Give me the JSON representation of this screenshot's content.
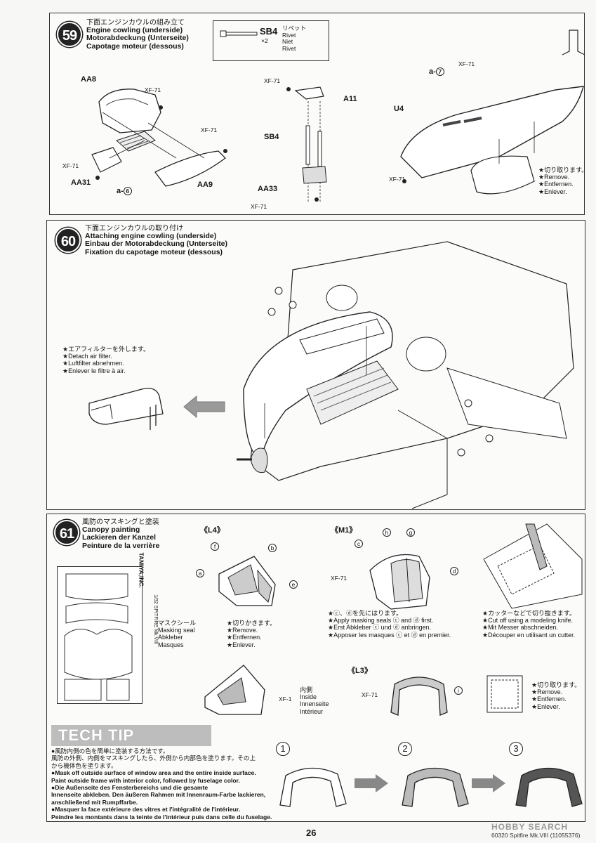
{
  "step59": {
    "number": "59",
    "title_jp": "下面エンジンカウルの組み立て",
    "title_en": "Engine cowling (underside)",
    "title_de": "Motorabdeckung (Unterseite)",
    "title_fr": "Capotage moteur (dessous)",
    "rivet_box": {
      "code": "SB4",
      "qty": "×2",
      "jp": "リベット",
      "en": "Rivet",
      "de": "Niet",
      "fr": "Rivet"
    },
    "labels": {
      "aa8": "AA8",
      "aa31": "AA31",
      "aa9": "AA9",
      "a6": "a-",
      "a6_num": "6",
      "xf71a": "XF-71",
      "xf71b": "XF-71",
      "xf71c": "XF-71",
      "a11": "A11",
      "sb4": "SB4",
      "aa33": "AA33",
      "xf71d": "XF-71",
      "xf71e": "XF-71",
      "u4": "U4",
      "a7": "a-",
      "a7_num": "7",
      "xf71f": "XF-71",
      "xf71g": "XF-71"
    },
    "remove_note": [
      "★切り取ります。",
      "★Remove.",
      "★Entfernen.",
      "★Enlever."
    ]
  },
  "step60": {
    "number": "60",
    "title_jp": "下面エンジンカウルの取り付け",
    "title_en": "Attaching engine cowling (underside)",
    "title_de": "Einbau der Motorabdeckung (Unterseite)",
    "title_fr": "Fixation du capotage moteur (dessous)",
    "air_filter_note": [
      "★エアフィルターを外します。",
      "★Detach air filter.",
      "★Luftfilter abnehmen.",
      "★Enlever le filtre à air."
    ]
  },
  "step61": {
    "number": "61",
    "title_jp": "風防のマスキングと塗装",
    "title_en": "Canopy painting",
    "title_de": "Lackieren der Kanzel",
    "title_fr": "Peinture de la verrière",
    "sheet_brand": "TAMIYA,INC.",
    "sheet_text": "1/32 SPITFIRE Mk.VIII",
    "masking_seal": [
      "マスクシール",
      "Masking seal",
      "Abkleber",
      "Masques"
    ],
    "l4": "《L4》",
    "m1": "《M1》",
    "l3": "《L3》",
    "letters": {
      "a": "a",
      "b": "b",
      "c": "c",
      "d": "d",
      "e": "e",
      "f": "f",
      "g": "g",
      "h": "h",
      "i": "i"
    },
    "cut_note": [
      "★切りかきます。",
      "★Remove.",
      "★Entfernen.",
      "★Enlever."
    ],
    "inside_note": [
      "内側",
      "Inside",
      "Innenseite",
      "Intérieur"
    ],
    "xf1": "XF-1",
    "xf71m": "XF-71",
    "xf71l": "XF-71",
    "mask_first": [
      "★ⓒ、ⓓを先にはります。",
      "★Apply masking seals ⓒ and ⓓ first.",
      "★Erst Abkleber ⓒ und ⓓ anbringen.",
      "★Apposer les masques ⓒ et ⓓ en premier."
    ],
    "knife_note": [
      "★カッターなどで切り抜きます。",
      "★Cut off using a modeling knife.",
      "★Mit Messer abschneiden.",
      "★Découper en utilisant un cutter."
    ],
    "remove_note": [
      "★切り取ります。",
      "★Remove.",
      "★Entfernen.",
      "★Enlever."
    ]
  },
  "tech_tip": {
    "banner": "TECH TIP",
    "lines": [
      "●風防内側の色を簡単に塗装する方法です。",
      "風防の外側、内側をマスキングしたら、外側から内部色を塗ります。その上",
      "から機体色を塗ります。",
      "●Mask off outside surface of window area and the entire inside surface.",
      "Paint outside frame with interior color, followed by fuselage color.",
      "●Die Außenseite des Fensterbereichs und die gesamte",
      "Innenseite abkleben. Den äußeren Rahmen mit Innenraum-Farbe lackieren,",
      "anschließend mit Rumpffarbe.",
      "●Masquer la face extérieure des vitres et l'intégralité de l'intérieur.",
      "Peindre les montants dans la teinte de l'intérieur puis dans celle du fuselage."
    ],
    "steps": [
      "1",
      "2",
      "3"
    ]
  },
  "footer": {
    "page": "26",
    "code": "60320 Spitfire Mk.VIII (11055376)",
    "watermark": "HOBBY SEARCH"
  }
}
